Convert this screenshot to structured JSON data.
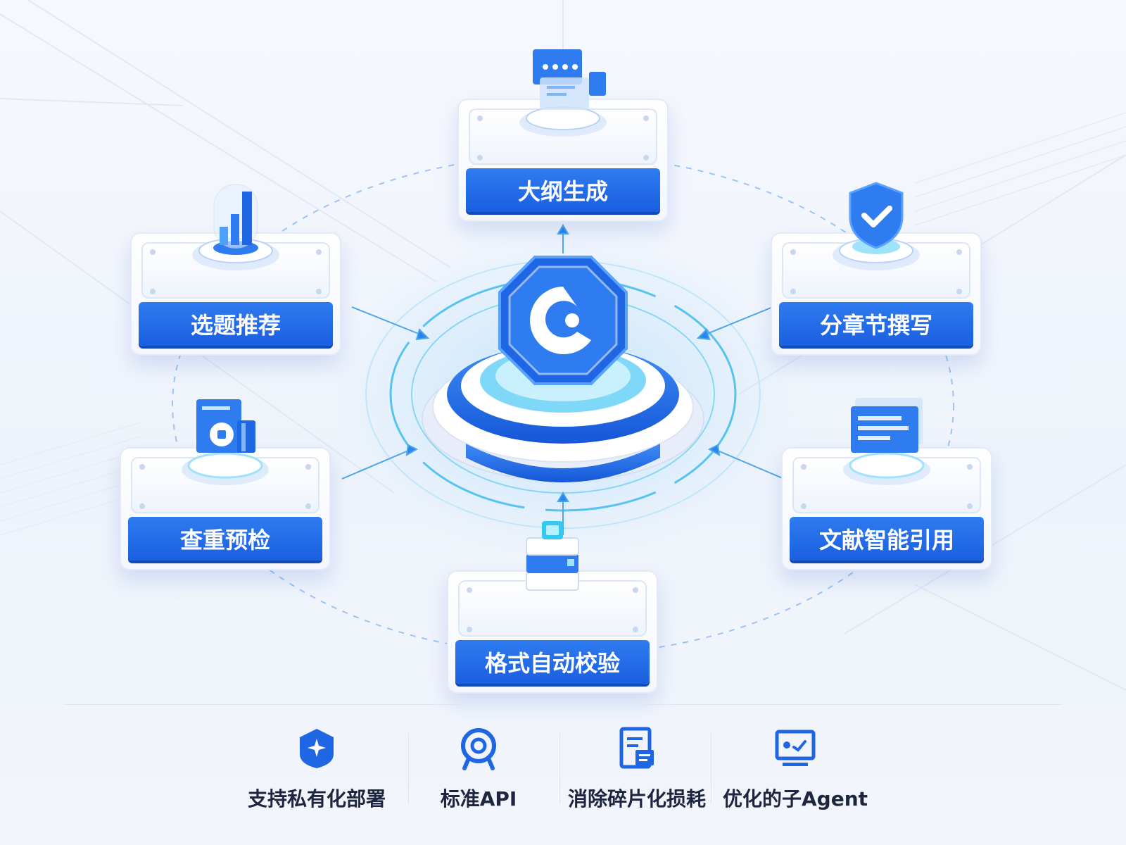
{
  "diagram": {
    "nodes": {
      "top": {
        "label": "大纲生成",
        "icon": "chat-window-icon"
      },
      "upper_left": {
        "label": "选题推荐",
        "icon": "bar-chart-icon"
      },
      "upper_right": {
        "label": "分章节撰写",
        "icon": "shield-check-icon"
      },
      "lower_left": {
        "label": "查重预检",
        "icon": "document-search-icon"
      },
      "lower_right": {
        "label": "文献智能引用",
        "icon": "document-card-icon"
      },
      "bottom": {
        "label": "格式自动校验",
        "icon": "stacked-layers-icon"
      }
    },
    "center": {
      "icon": "logo-c-icon"
    }
  },
  "features": [
    {
      "label": "支持私有化部署",
      "icon": "shield-star-icon"
    },
    {
      "label": "标准API",
      "icon": "target-icon"
    },
    {
      "label": "消除碎片化损耗",
      "icon": "document-list-icon"
    },
    {
      "label": "优化的子Agent",
      "icon": "monitor-check-icon"
    }
  ],
  "colors": {
    "primary": "#1f66e5",
    "accent": "#35c8f0",
    "text": "#1d2540"
  }
}
